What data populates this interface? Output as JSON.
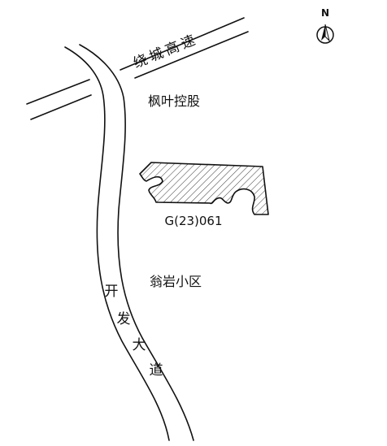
{
  "compass": {
    "label": "N",
    "icon": "north-arrow-icon"
  },
  "roads": {
    "expressway": "绕城高速",
    "avenue": [
      "开",
      "发",
      "大",
      "道"
    ]
  },
  "areas": {
    "north": "枫叶控股",
    "south": "翁岩小区"
  },
  "parcel": {
    "code": "G(23)061"
  }
}
